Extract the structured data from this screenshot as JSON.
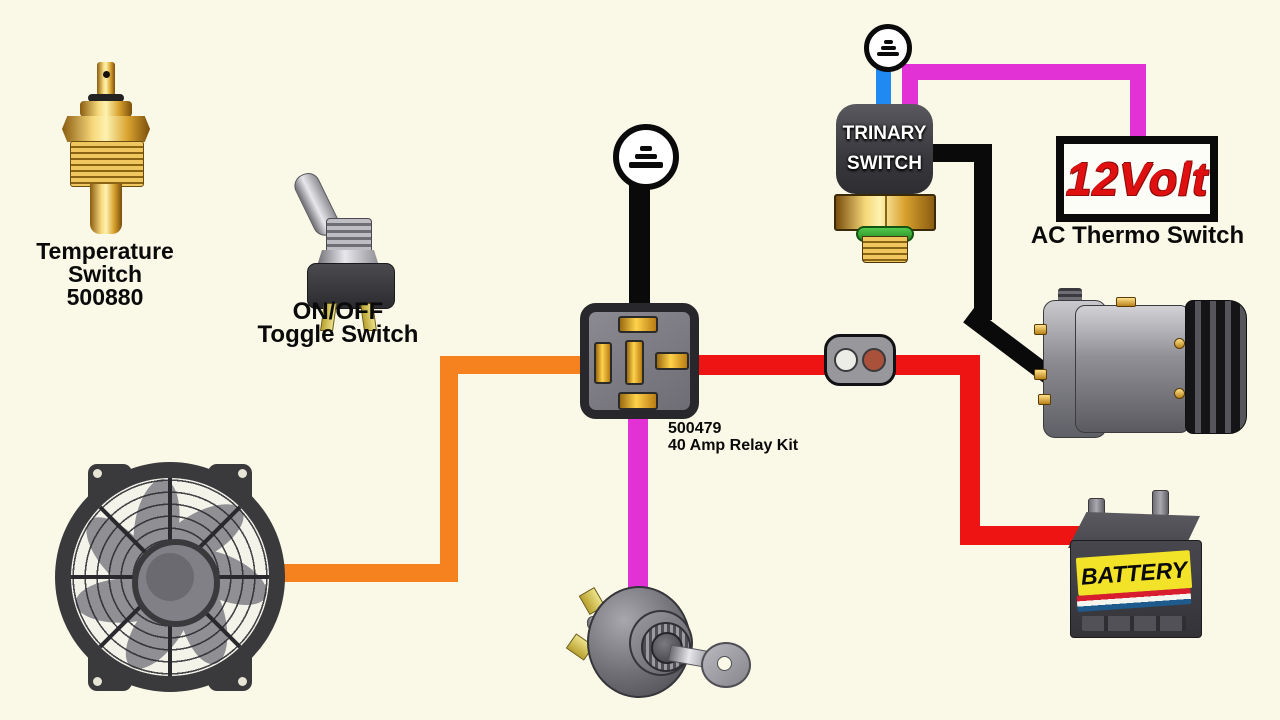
{
  "colors": {
    "bg": "#FAF8E7",
    "wire_black": "#0a0a0a",
    "wire_orange": "#F5821F",
    "wire_red": "#EE1414",
    "wire_magenta": "#E232D6",
    "wire_blue": "#1F8BF2",
    "gold": "#F0B32A",
    "sign_red": "#E01010"
  },
  "labels": {
    "temperature_switch": {
      "line1": "Temperature",
      "line2": "Switch",
      "line3": "500880"
    },
    "toggle_switch": {
      "line1": "ON/OFF",
      "line2": "Toggle Switch"
    },
    "relay": {
      "line1": "500479",
      "line2": "40 Amp Relay Kit"
    },
    "trinary_switch": {
      "line1": "TRINARY",
      "line2": "SWITCH"
    },
    "thermo_sign": {
      "logo": "12Volt",
      "caption": "AC Thermo Switch"
    },
    "battery": {
      "label": "BATTERY"
    }
  }
}
